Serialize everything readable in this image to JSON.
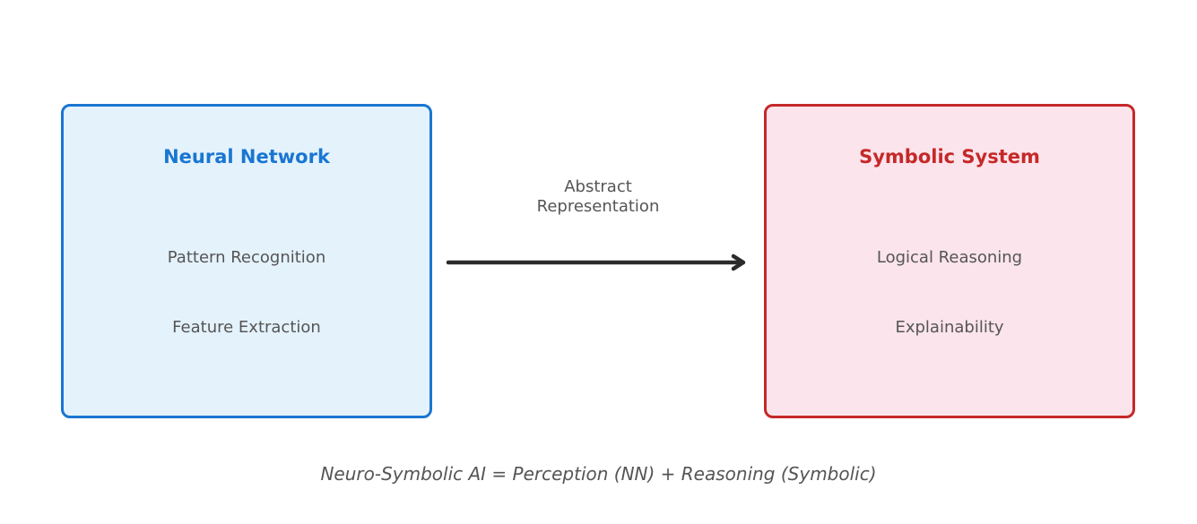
{
  "left_box": {
    "title": "Neural Network",
    "items": [
      "Pattern Recognition",
      "Feature Extraction"
    ],
    "border_color": "#1976d2",
    "fill_color": "#e4f2fc"
  },
  "right_box": {
    "title": "Symbolic System",
    "items": [
      "Logical Reasoning",
      "Explainability"
    ],
    "border_color": "#c62828",
    "fill_color": "#fbe4ec"
  },
  "arrow": {
    "label_line1": "Abstract",
    "label_line2": "Representation",
    "color": "#2b2b2b"
  },
  "caption": "Neuro-Symbolic AI = Perception (NN) + Reasoning (Symbolic)"
}
